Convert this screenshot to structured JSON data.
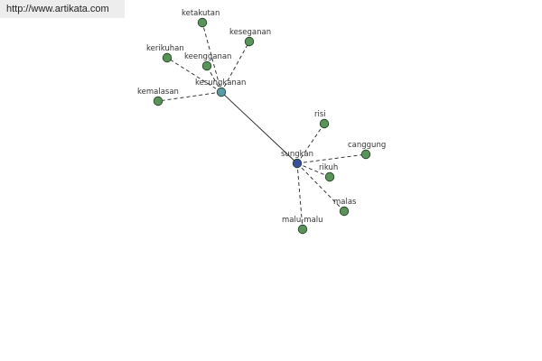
{
  "watermark": {
    "text": "http://www.artikata.com"
  },
  "colors": {
    "leaf": "#5a935a",
    "hub_primary": "#3a4fa0",
    "hub_secondary": "#5a9aa8",
    "edge": "#222222",
    "label": "#333333"
  },
  "graph": {
    "nodes": [
      {
        "id": "sungkan",
        "label": "sungkan",
        "kind": "hub-primary"
      },
      {
        "id": "kesungkanan",
        "label": "kesungkanan",
        "kind": "hub-secondary"
      },
      {
        "id": "ketakutan",
        "label": "ketakutan",
        "kind": "leaf"
      },
      {
        "id": "keseganan",
        "label": "keseganan",
        "kind": "leaf"
      },
      {
        "id": "kerikuhan",
        "label": "kerikuhan",
        "kind": "leaf"
      },
      {
        "id": "keengganan",
        "label": "keengganan",
        "kind": "leaf"
      },
      {
        "id": "kemalasan",
        "label": "kemalasan",
        "kind": "leaf"
      },
      {
        "id": "risi",
        "label": "risi",
        "kind": "leaf"
      },
      {
        "id": "canggung",
        "label": "canggung",
        "kind": "leaf"
      },
      {
        "id": "rikuh",
        "label": "rikuh",
        "kind": "leaf"
      },
      {
        "id": "malas",
        "label": "malas",
        "kind": "leaf"
      },
      {
        "id": "malu-malu",
        "label": "malu-malu",
        "kind": "leaf"
      }
    ],
    "edges": [
      {
        "from": "sungkan",
        "to": "kesungkanan",
        "style": "solid"
      },
      {
        "from": "kesungkanan",
        "to": "ketakutan",
        "style": "dashed"
      },
      {
        "from": "kesungkanan",
        "to": "keseganan",
        "style": "dashed"
      },
      {
        "from": "kesungkanan",
        "to": "kerikuhan",
        "style": "dashed"
      },
      {
        "from": "kesungkanan",
        "to": "keengganan",
        "style": "dashed"
      },
      {
        "from": "kesungkanan",
        "to": "kemalasan",
        "style": "dashed"
      },
      {
        "from": "sungkan",
        "to": "risi",
        "style": "dashed"
      },
      {
        "from": "sungkan",
        "to": "canggung",
        "style": "dashed"
      },
      {
        "from": "sungkan",
        "to": "rikuh",
        "style": "dashed"
      },
      {
        "from": "sungkan",
        "to": "malas",
        "style": "dashed"
      },
      {
        "from": "sungkan",
        "to": "malu-malu",
        "style": "dashed"
      }
    ]
  }
}
